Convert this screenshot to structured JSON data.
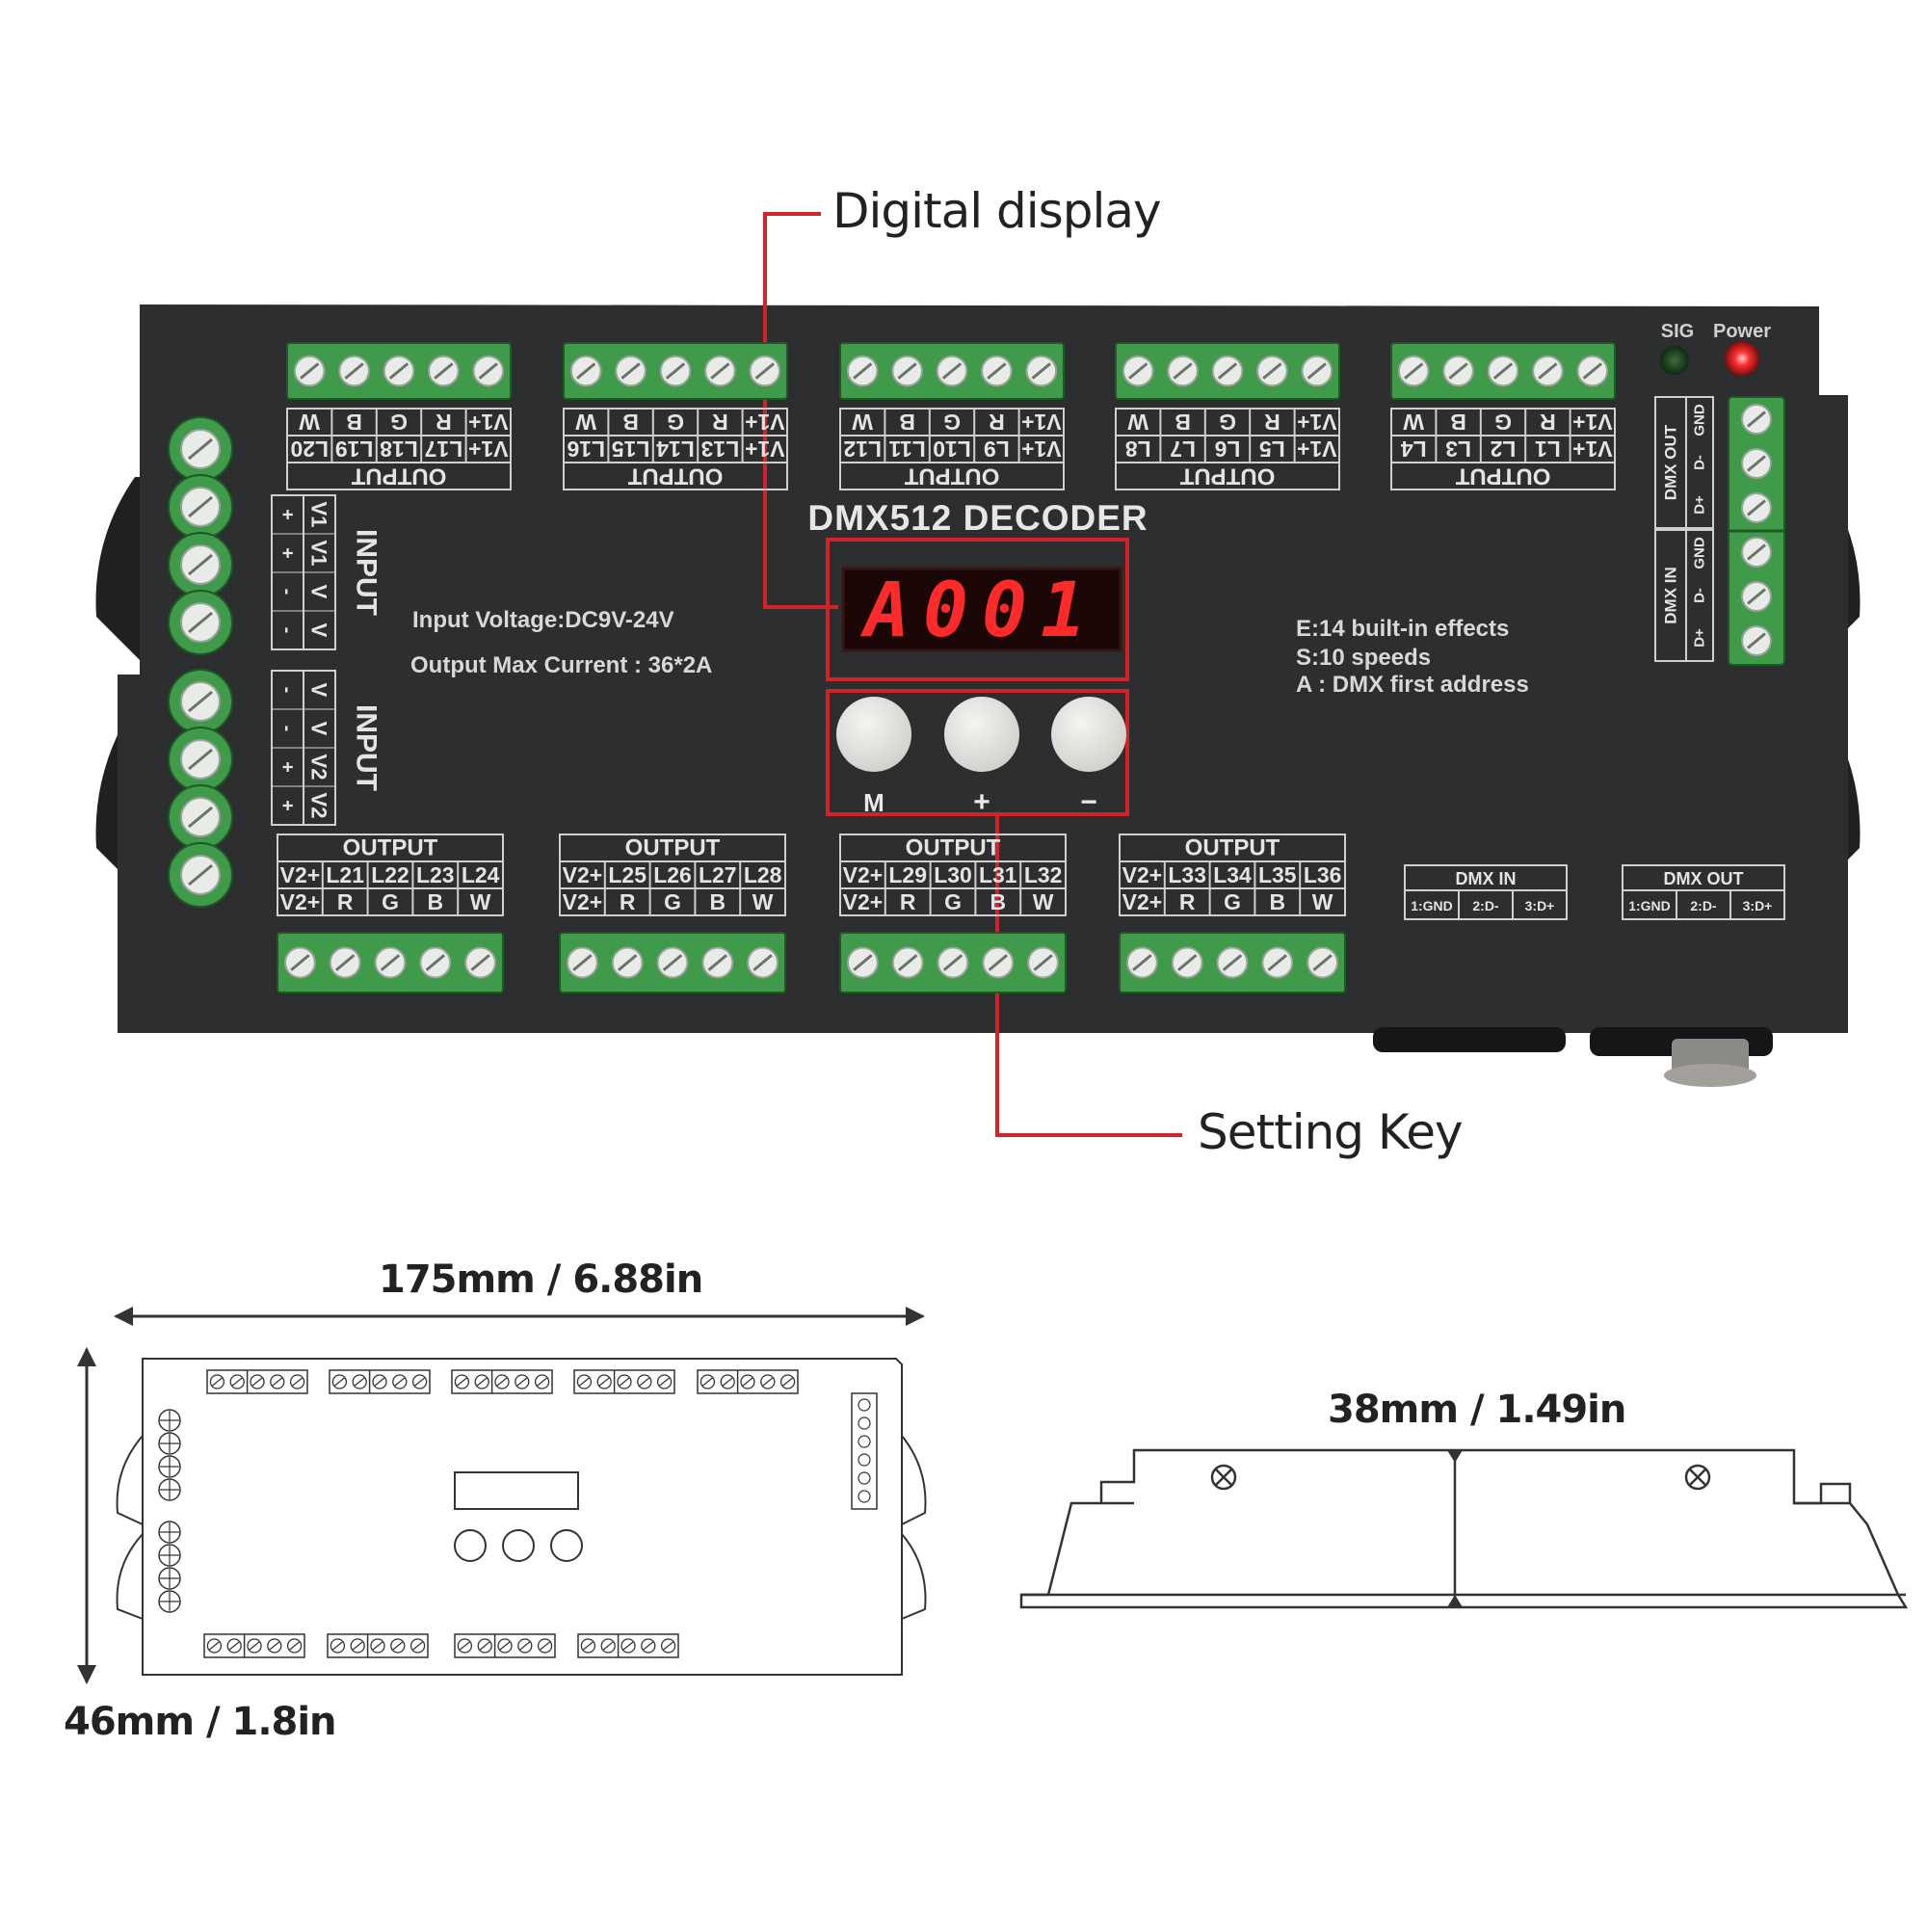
{
  "callouts": {
    "digital_display": "Digital display",
    "setting_key": "Setting Key"
  },
  "device": {
    "title": "DMX512 DECODER",
    "sig_label": "SIG",
    "power_label": "Power",
    "spec_voltage": "Input Voltage:DC9V-24V",
    "spec_current": "Output Max  Current : 36*2A",
    "notes": [
      "E:14 built-in effects",
      "S:10 speeds",
      "A : DMX first address"
    ],
    "display_value": "A001",
    "buttons": [
      "M",
      "+",
      "−"
    ],
    "input_label": "INPUT",
    "output_label": "OUTPUT",
    "input_top_pins": [
      "V1+",
      "V1+",
      "V-",
      "V-"
    ],
    "input_bottom_pins": [
      "V-",
      "V-",
      "V2+",
      "V2+"
    ],
    "top_groups": [
      {
        "channels": [
          "V1+",
          "L20",
          "L19",
          "L18",
          "L17"
        ],
        "colors": [
          "W",
          "B",
          "G",
          "R",
          "V1+"
        ],
        "channel_row": [
          "L20",
          "L19",
          "L18",
          "L17",
          "V1+"
        ]
      },
      {
        "channels": [
          "L16",
          "L15",
          "L14",
          "L13",
          "V1+"
        ],
        "colors": [
          "W",
          "B",
          "G",
          "R",
          "V1+"
        ],
        "channel_row": [
          "L16",
          "L15",
          "L14",
          "L13",
          "V1+"
        ]
      },
      {
        "channels": [
          "L12",
          "L11",
          "L10",
          "L9",
          "V1+"
        ],
        "colors": [
          "W",
          "B",
          "G",
          "R",
          "V1+"
        ],
        "channel_row": [
          "L12",
          "L11",
          "L10",
          "L9",
          "V1+"
        ]
      },
      {
        "channels": [
          "L8",
          "L7",
          "L6",
          "L5",
          "V1+"
        ],
        "colors": [
          "W",
          "B",
          "G",
          "R",
          "V1+"
        ],
        "channel_row": [
          "L8",
          "L7",
          "L6",
          "L5",
          "V1+"
        ]
      },
      {
        "channels": [
          "L4",
          "L3",
          "L2",
          "L1",
          "V1+"
        ],
        "colors": [
          "W",
          "B",
          "G",
          "R",
          "V1+"
        ],
        "channel_row": [
          "L4",
          "L3",
          "L2",
          "L1",
          "V1+"
        ]
      }
    ],
    "bottom_groups": [
      {
        "channel_row": [
          "V2+",
          "L21",
          "L22",
          "L23",
          "L24"
        ],
        "colors": [
          "V2+",
          "R",
          "G",
          "B",
          "W"
        ]
      },
      {
        "channel_row": [
          "V2+",
          "L25",
          "L26",
          "L27",
          "L28"
        ],
        "colors": [
          "V2+",
          "R",
          "G",
          "B",
          "W"
        ]
      },
      {
        "channel_row": [
          "V2+",
          "L29",
          "L30",
          "L31",
          "L32"
        ],
        "colors": [
          "V2+",
          "R",
          "G",
          "B",
          "W"
        ]
      },
      {
        "channel_row": [
          "V2+",
          "L33",
          "L34",
          "L35",
          "L36"
        ],
        "colors": [
          "V2+",
          "R",
          "G",
          "B",
          "W"
        ]
      }
    ],
    "dmx_in": {
      "title": "DMX IN",
      "pins": [
        "1:GND",
        "2:D-",
        "3:D+"
      ]
    },
    "dmx_out": {
      "title": "DMX OUT",
      "pins": [
        "1:GND",
        "2:D-",
        "3:D+"
      ]
    },
    "side_dmx_out": {
      "title": "DMX OUT",
      "pins": [
        "GND",
        "D-",
        "D+"
      ]
    },
    "side_dmx_in": {
      "title": "DMX IN",
      "pins": [
        "GND",
        "D-",
        "D+"
      ]
    }
  },
  "dimensions": {
    "width": "175mm / 6.88in",
    "height": "46mm /  1.8in",
    "depth": "38mm  / 1.49in"
  },
  "colors": {
    "body": "#2b2d2e",
    "terminal_green": "#3f9a4a",
    "callout_red": "#d2232a",
    "display_red": "#ff2a2a"
  }
}
